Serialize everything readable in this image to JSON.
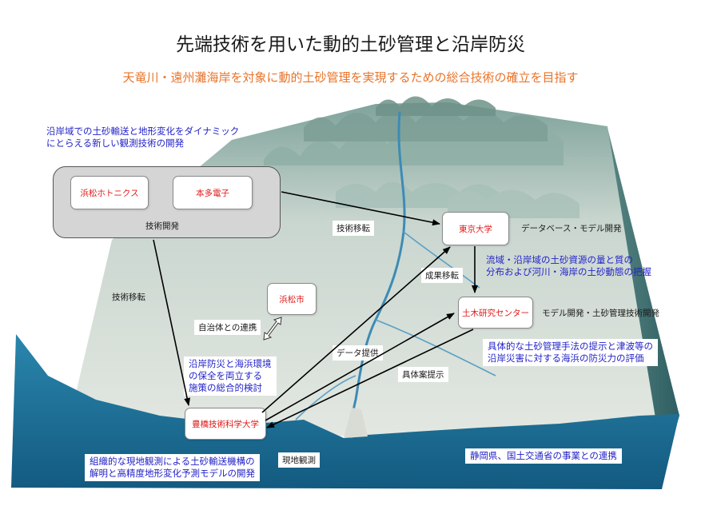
{
  "title": "先端技術を用いた動的土砂管理と沿岸防災",
  "subtitle": "天竜川・遠州灘海岸を対象に動的土砂管理を実現するための総合技術の確立を目指す",
  "notes": {
    "observation": [
      "沿岸域での土砂輸送と地形変化をダイナミック",
      "にとらえる新しい観測技術の開発"
    ],
    "sediment": [
      "流域・沿岸域の土砂資源の量と質の",
      "分布および河川・海岸の土砂動態の把握"
    ],
    "tsunami": [
      "具体的な土砂管理手法の提示と津波等の",
      "沿岸災害に対する海浜の防災力の評価"
    ],
    "coastal": [
      "沿岸防災と海浜環境",
      "の保全を両立する",
      "施策の総合的検討"
    ],
    "mechanism": [
      "組織的な現地観測による土砂輸送機構の",
      "解明と高精度地形変化予測モデルの開発"
    ],
    "shizuoka": "静岡県、国土交通省の事業との連携"
  },
  "orgs": {
    "hamamatsu_photonics": "浜松ホトニクス",
    "honda_denshi": "本多電子",
    "tokyo_univ": "東京大学",
    "hamamatsu_city": "浜松市",
    "pwri": "土木研究センター",
    "toyohashi": "豊橋技術科学大学"
  },
  "labels": {
    "tech_dev": "技術開発",
    "tech_transfer_1": "技術移転",
    "tech_transfer_2": "技術移転",
    "database": "データベース・モデル開発",
    "results_transfer": "成果移転",
    "model_dev": "モデル開発・土砂管理技術開発",
    "local_gov": "自治体との連携",
    "data_provision": "データ提供",
    "proposal": "具体案提示",
    "field_obs": "現地観測"
  },
  "colors": {
    "sea": "#1a6e95",
    "land": "#dfe6e0",
    "mountain": "#8eaea6",
    "river": "#3d8bb5",
    "note_text": "#2323c8",
    "org_text": "#e01818",
    "subtitle": "#e8742a"
  }
}
